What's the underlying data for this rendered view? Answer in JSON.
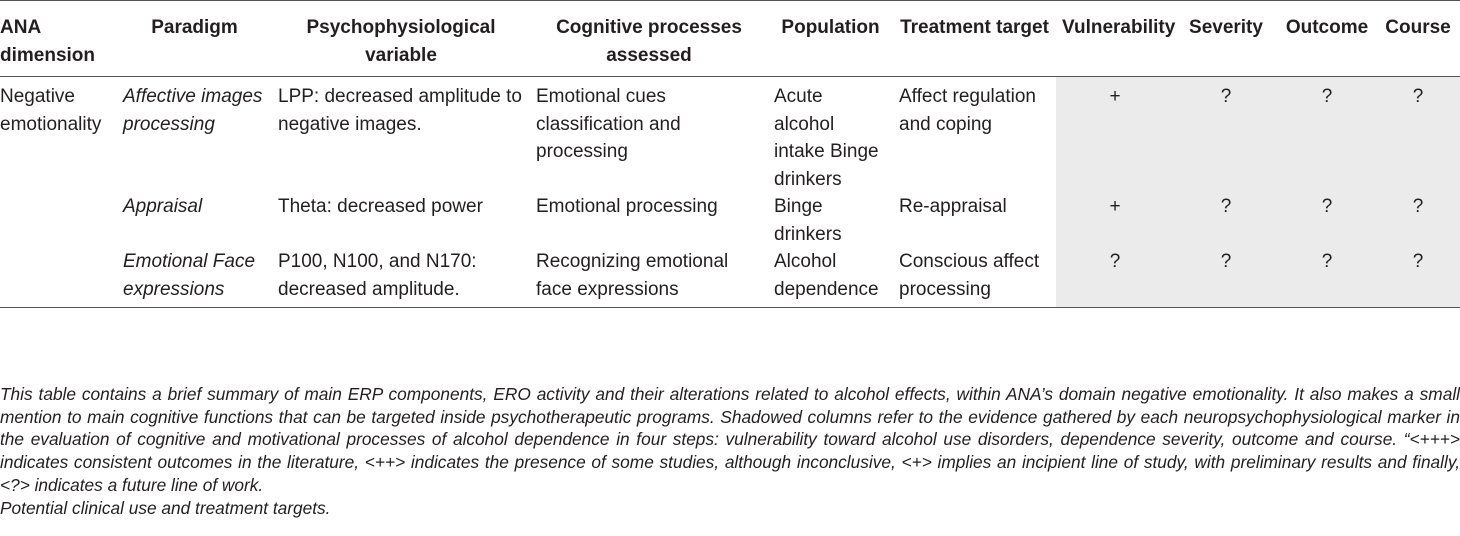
{
  "table": {
    "headers": [
      "ANA dimension",
      "Paradigm",
      "Psychophysiological variable",
      "Cognitive processes assessed",
      "Population",
      "Treatment target",
      "Vulnerability",
      "Severity",
      "Outcome",
      "Course"
    ],
    "rows": [
      {
        "dimension": "Negative emotionality",
        "paradigm": "Affective images processing",
        "variable": "LPP: decreased amplitude to negative images.",
        "cognitive": "Emotional cues classification and processing",
        "population": "Acute alcohol intake Binge drinkers",
        "target": "Affect regulation and coping",
        "vulnerability": "+",
        "severity": "?",
        "outcome": "?",
        "course": "?"
      },
      {
        "dimension": "",
        "paradigm": "Appraisal",
        "variable": "Theta: decreased power",
        "cognitive": "Emotional processing",
        "population": "Binge drinkers",
        "target": "Re-appraisal",
        "vulnerability": "+",
        "severity": "?",
        "outcome": "?",
        "course": "?"
      },
      {
        "dimension": "",
        "paradigm": "Emotional Face expressions",
        "variable": "P100, N100, and N170: decreased amplitude.",
        "cognitive": "Recognizing emotional face expressions",
        "population": "Alcohol dependence",
        "target": "Conscious affect processing",
        "vulnerability": "?",
        "severity": "?",
        "outcome": "?",
        "course": "?"
      }
    ]
  },
  "footnotes": [
    "This table contains a brief summary of main ERP components, ERO activity and their alterations related to alcohol effects, within ANA’s domain negative emotionality. It also makes a small mention to main cognitive functions that can be targeted inside psychotherapeutic programs. Shadowed columns refer to the evidence gathered by each neuropsychophysiological marker in the evaluation of cognitive and motivational processes of alcohol dependence in four steps: vulnerability toward alcohol use disorders, dependence severity, outcome and course. “<+++> indicates consistent outcomes in the literature, <++> indicates the presence of some studies, although inconclusive, <+> implies an incipient line of study, with preliminary results and finally, <?> indicates a future line of work.",
    "Potential clinical use and treatment targets."
  ],
  "colors": {
    "shade": "#ebebeb",
    "rule": "#555555",
    "text": "#231f20"
  }
}
